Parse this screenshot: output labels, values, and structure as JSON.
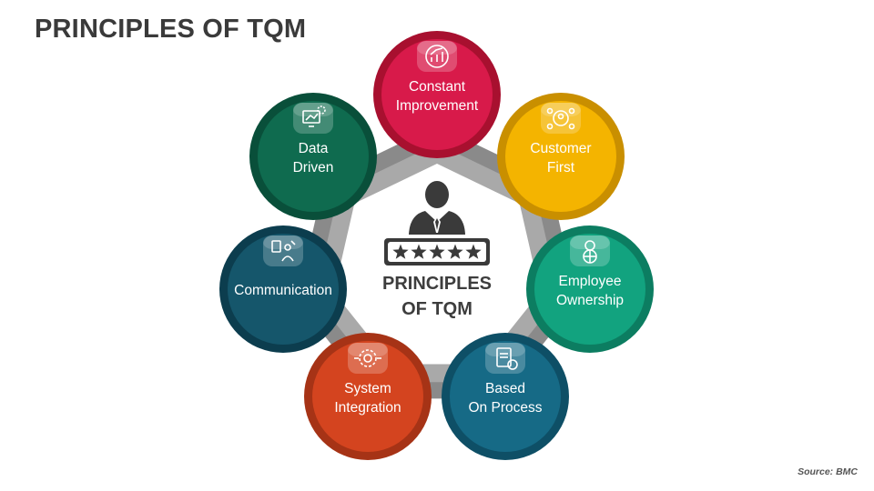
{
  "slide": {
    "title": "PRINCIPLES OF TQM",
    "source": "Source: BMC"
  },
  "center": {
    "lines": [
      "PRINCIPLES",
      "OF TQM"
    ],
    "rating_stars": 5
  },
  "nodes": [
    {
      "id": "constant-improvement",
      "lines": [
        "Constant",
        "Improvement"
      ],
      "color": "#d81a4a",
      "ring": "#a8102f",
      "icon": "growth-chart-icon"
    },
    {
      "id": "customer-first",
      "lines": [
        "Customer",
        "First"
      ],
      "color": "#f4b400",
      "ring": "#c98f00",
      "icon": "customer-network-icon"
    },
    {
      "id": "employee-ownership",
      "lines": [
        "Employee",
        "Ownership"
      ],
      "color": "#12a37f",
      "ring": "#0c7d61",
      "icon": "employee-globe-icon"
    },
    {
      "id": "based-on-process",
      "lines": [
        "Based",
        "On Process"
      ],
      "color": "#166a86",
      "ring": "#0e4f66",
      "icon": "process-clipboard-icon"
    },
    {
      "id": "system-integration",
      "lines": [
        "System",
        "Integration"
      ],
      "color": "#d4441f",
      "ring": "#a63316",
      "icon": "integration-gear-icon"
    },
    {
      "id": "communication",
      "lines": [
        "Communication"
      ],
      "color": "#15566b",
      "ring": "#0c3d4e",
      "icon": "communication-people-icon"
    },
    {
      "id": "data-driven",
      "lines": [
        "Data",
        "Driven"
      ],
      "color": "#0f6b4f",
      "ring": "#094f3a",
      "icon": "data-analytics-icon"
    }
  ]
}
